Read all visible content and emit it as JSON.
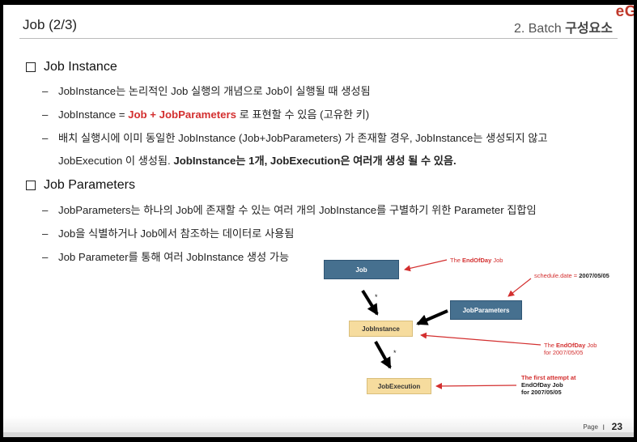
{
  "header": {
    "title": "Job (2/3)",
    "section_prefix": "2. Batch ",
    "section_bold": "구성요소",
    "logo": "eG"
  },
  "sections": [
    {
      "heading": "Job Instance",
      "bullets": [
        {
          "text": "JobInstance는 논리적인 Job 실행의 개념으로 Job이 실행될 때 생성됨"
        },
        {
          "pre": "JobInstance = ",
          "red": "Job + JobParameters",
          "post": " 로 표현할 수 있음 (고유한 키)"
        },
        {
          "line1": "배치 실행시에 이미 동일한 JobInstance (Job+JobParameters) 가 존재할 경우, JobInstance는 생성되지 않고",
          "line2_pre": "JobExecution 이 생성됨.  ",
          "line2_bold": "JobInstance는 1개, JobExecution은 여러개 생성 될 수 있음."
        }
      ]
    },
    {
      "heading": "Job Parameters",
      "bullets": [
        {
          "text": "JobParameters는 하나의 Job에 존재할 수 있는 여러 개의 JobInstance를 구별하기 위한 Parameter 집합임"
        },
        {
          "text": "Job을 식별하거나 Job에서 참조하는 데이터로 사용됨"
        },
        {
          "text": "Job Parameter를 통해 여러 JobInstance 생성 가능"
        }
      ]
    }
  ],
  "diagram": {
    "boxes": {
      "job": "Job",
      "job_parameters": "JobParameters",
      "job_instance": "JobInstance",
      "job_execution": "JobExecution"
    },
    "notes": {
      "job_pre": "The ",
      "job_bold": "EndOfDay",
      "job_post": " Job",
      "param_pre": "schedule.date = ",
      "param_bold": "2007/05/05",
      "instance_l1_pre": "The ",
      "instance_l1_bold": "EndOfDay",
      "instance_l1_post": " Job",
      "instance_l2": "for 2007/05/05",
      "exec_l1": "The first attempt at",
      "exec_l2": "EndOfDay Job",
      "exec_l3": "for 2007/05/05"
    },
    "multiplicity": "*",
    "colors": {
      "blue_box": "#46708f",
      "yellow_box": "#f6dc9e",
      "note_red": "#d32f2f"
    }
  },
  "footer": {
    "page_label": "Page",
    "separator": "I",
    "page_number": "23"
  }
}
